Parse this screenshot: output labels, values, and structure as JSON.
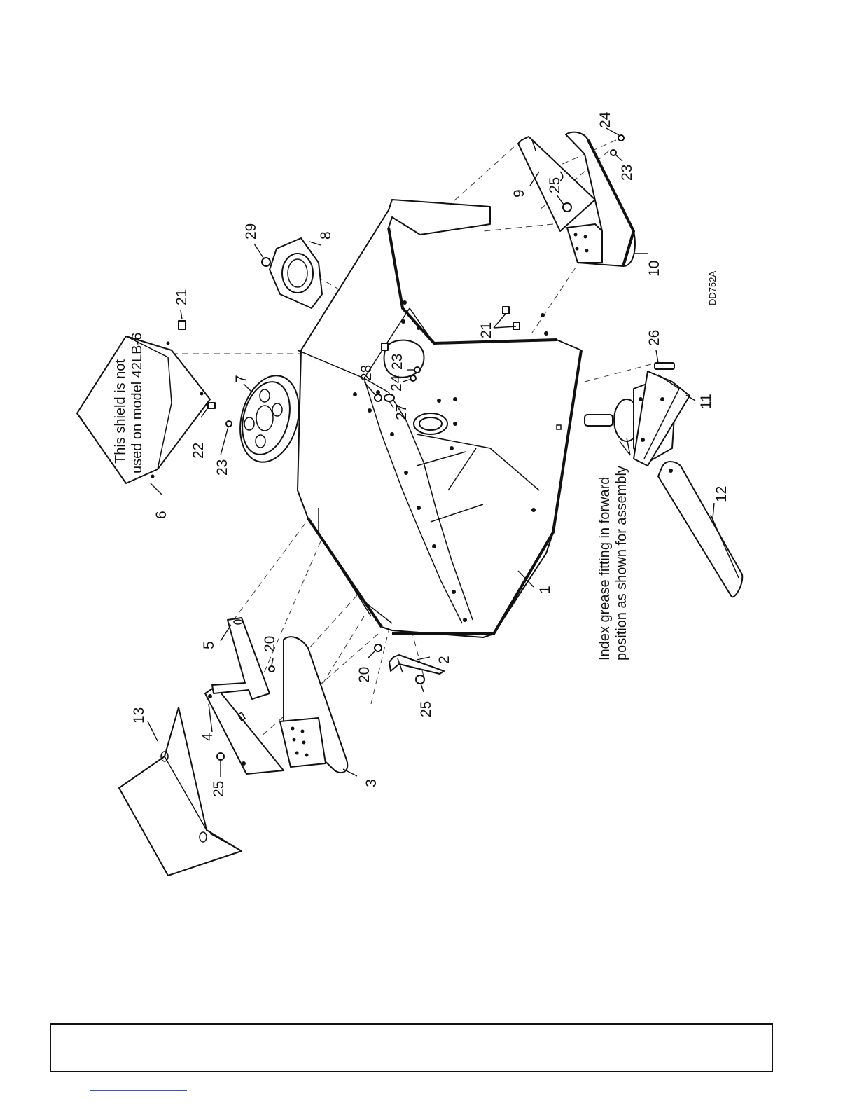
{
  "figure_code": "DD752A",
  "notes": {
    "shield_note_line1": "This shield is not",
    "shield_note_line2": "used on model 42LB-6",
    "grease_note_line1": "Index grease fitting in forward",
    "grease_note_line2": "position as shown for assembly"
  },
  "callouts": [
    "1",
    "2",
    "3",
    "4",
    "5",
    "6",
    "7",
    "8",
    "9",
    "10",
    "11",
    "12",
    "13",
    "20",
    "20",
    "21",
    "21",
    "22",
    "23",
    "23",
    "23",
    "24",
    "24",
    "25",
    "25",
    "25",
    "26",
    "27",
    "28",
    "29"
  ]
}
